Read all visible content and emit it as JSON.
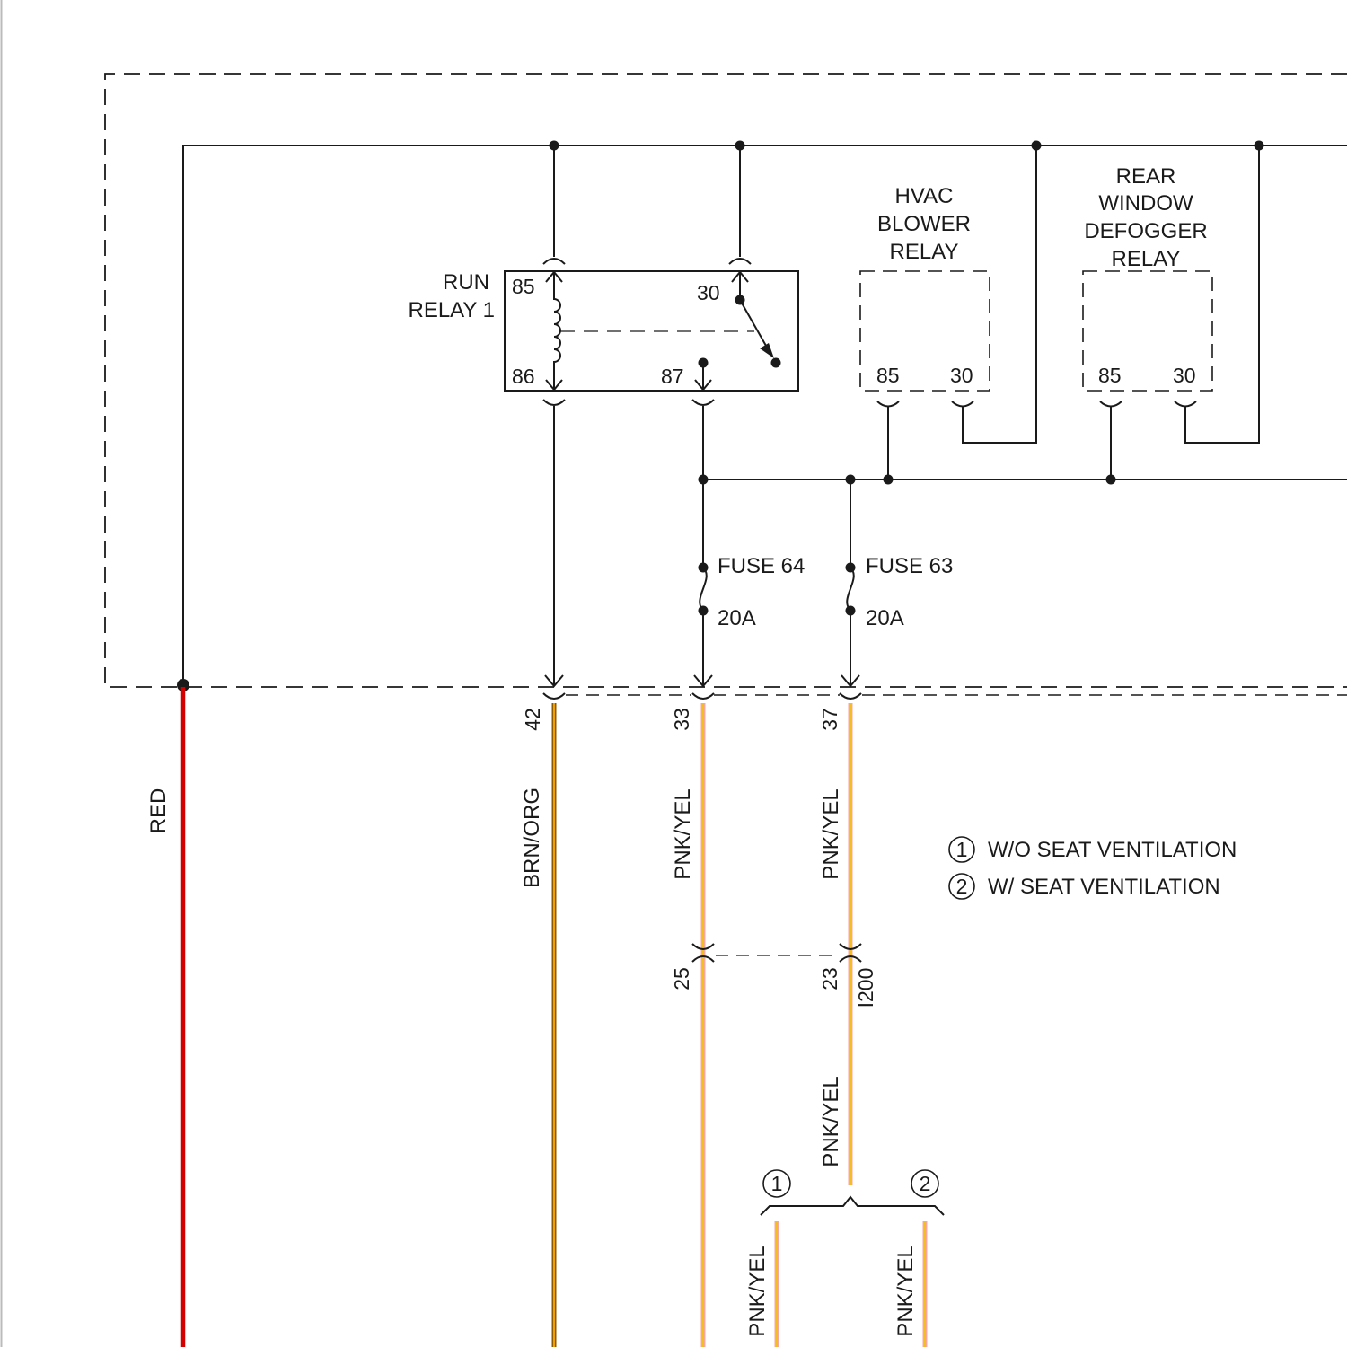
{
  "relays": {
    "run_relay": {
      "name_line1": "RUN",
      "name_line2": "RELAY 1",
      "pin_85": "85",
      "pin_86": "86",
      "pin_30": "30",
      "pin_87": "87"
    },
    "hvac_blower": {
      "name_line1": "HVAC",
      "name_line2": "BLOWER",
      "name_line3": "RELAY",
      "pin_85": "85",
      "pin_30": "30"
    },
    "rear_defogger": {
      "name_line1": "REAR",
      "name_line2": "WINDOW",
      "name_line3": "DEFOGGER",
      "name_line4": "RELAY",
      "pin_85": "85",
      "pin_30": "30"
    }
  },
  "fuses": {
    "fuse_64": {
      "name": "FUSE 64",
      "rating": "20A"
    },
    "fuse_63": {
      "name": "FUSE 63",
      "rating": "20A"
    }
  },
  "connectors": {
    "pin_42": "42",
    "pin_33": "33",
    "pin_37": "37",
    "pin_25": "25",
    "pin_23": "23",
    "inline_connector": "I200"
  },
  "wires": {
    "red": {
      "label": "RED",
      "color": "#d40000"
    },
    "brn_org": {
      "label": "BRN/ORG",
      "color_main": "#8b5a00",
      "color_stripe": "#f0a000"
    },
    "pnk_yel_33": {
      "label": "PNK/YEL"
    },
    "pnk_yel_37": {
      "label": "PNK/YEL"
    },
    "pnk_yel_23": {
      "label": "PNK/YEL"
    },
    "pnk_yel_opt1": {
      "label": "PNK/YEL"
    },
    "pnk_yel_opt2": {
      "label": "PNK/YEL"
    },
    "pnk_yel_colors": {
      "main": "#f4a6a0",
      "stripe": "#f5c400"
    }
  },
  "legend": {
    "item1": {
      "num": "1",
      "text": "W/O SEAT VENTILATION"
    },
    "item2": {
      "num": "2",
      "text": "W/ SEAT VENTILATION"
    }
  },
  "branch_options": {
    "opt1": "1",
    "opt2": "2"
  }
}
